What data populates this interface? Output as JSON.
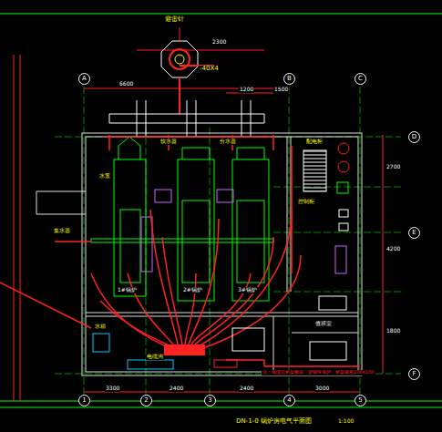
{
  "diagram": {
    "labels": [
      "避雷针",
      "-40X4",
      "2300",
      "1200",
      "6600",
      "A",
      "B",
      "C",
      "1",
      "2",
      "3",
      "4",
      "5",
      "D",
      "E",
      "F",
      "3300",
      "2400",
      "2400",
      "3000",
      "1500",
      "4200",
      "2700",
      "1800",
      "配电柜",
      "控制柜",
      "水泵",
      "软水器",
      "分水器",
      "集水器",
      "1#锅炉",
      "2#锅炉",
      "3#锅炉",
      "电缆沟",
      "值班室",
      "DN-1-0 锅炉房电气平面图",
      "注：电缆沿桥架敷设，穿钢管保护，桥架规格200X100",
      "水箱",
      "1:100"
    ]
  }
}
